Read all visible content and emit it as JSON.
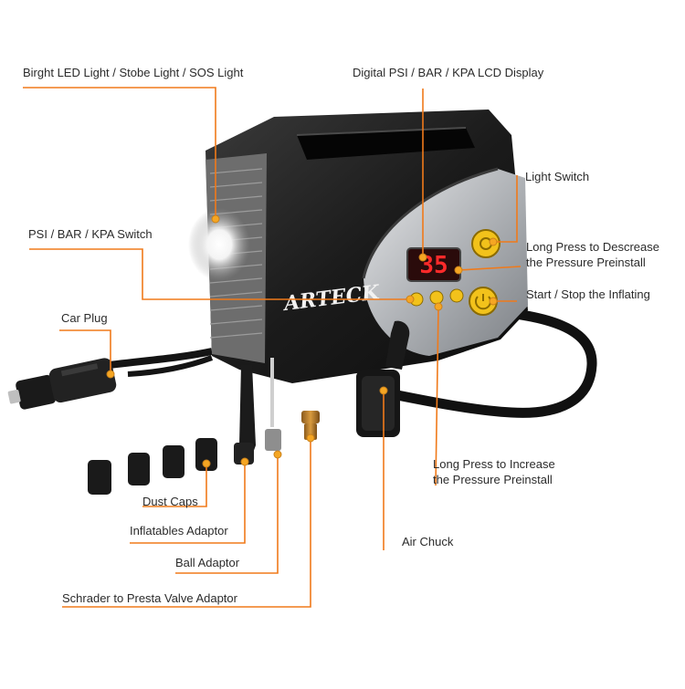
{
  "product": {
    "brand_text": "ARTECK",
    "display_reading": "35"
  },
  "callouts": [
    {
      "id": "led",
      "text": "Birght LED Light / Stobe Light / SOS Light"
    },
    {
      "id": "display",
      "text": "Digital PSI / BAR / KPA LCD Display"
    },
    {
      "id": "light_switch",
      "text": "Light Switch"
    },
    {
      "id": "decrease",
      "text": "Long Press to Descrease\nthe Pressure Preinstall"
    },
    {
      "id": "psi_switch",
      "text": "PSI / BAR / KPA Switch"
    },
    {
      "id": "start_stop",
      "text": "Start / Stop the Inflating"
    },
    {
      "id": "car_plug",
      "text": "Car Plug"
    },
    {
      "id": "increase",
      "text": "Long Press to Increase\nthe Pressure Preinstall"
    },
    {
      "id": "dust_caps",
      "text": "Dust Caps"
    },
    {
      "id": "inflatables",
      "text": "Inflatables Adaptor"
    },
    {
      "id": "air_chuck",
      "text": "Air Chuck"
    },
    {
      "id": "ball",
      "text": "Ball Adaptor"
    },
    {
      "id": "presta",
      "text": "Schrader to Presta Valve Adaptor"
    }
  ],
  "colors": {
    "leader": "#f07a1a",
    "body": "#1f1f1f",
    "panel": "#b9bcc0",
    "lcd": "#e8202a",
    "button": "#f2c21b"
  }
}
